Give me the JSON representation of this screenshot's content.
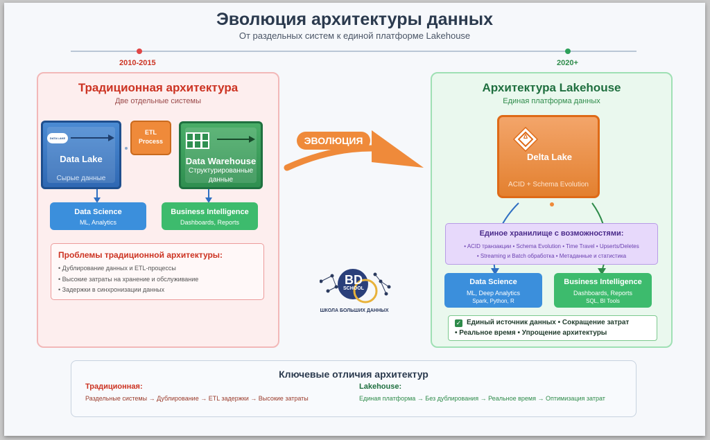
{
  "header": {
    "title": "Эволюция архитектуры данных",
    "subtitle": "От раздельных систем к единой платформе Lakehouse"
  },
  "timeline": {
    "left_year": "2010-2015",
    "right_year": "2020+"
  },
  "traditional": {
    "title": "Традиционная архитектура",
    "subtitle": "Две отдельные системы",
    "data_lake": {
      "name": "Data Lake",
      "desc": "Сырые данные",
      "logo_text": "DATA LAKE"
    },
    "etl": {
      "line1": "ETL",
      "line2": "Process"
    },
    "data_warehouse": {
      "name": "Data Warehouse",
      "desc_line1": "Структурированные",
      "desc_line2": "данные"
    },
    "data_science": {
      "name": "Data Science",
      "desc": "ML, Analytics"
    },
    "business_intelligence": {
      "name": "Business Intelligence",
      "desc": "Dashboards, Reports"
    },
    "problems": {
      "title": "Проблемы традиционной архитектуры:",
      "items": [
        "• Дублирование данных и ETL-процессы",
        "• Высокие затраты на хранение и обслуживание",
        "• Задержки в синхронизации данных"
      ]
    }
  },
  "evolution_label": "ЭВОЛЮЦИЯ",
  "lakehouse": {
    "title": "Архитектура Lakehouse",
    "subtitle": "Единая платформа данных",
    "delta": {
      "name": "Delta Lake",
      "desc": "ACID + Schema Evolution",
      "logo_letter": "Δ"
    },
    "storage": {
      "title": "Единое хранилище с возможностями:",
      "line1": "• ACID транзакции • Schema Evolution • Time Travel • Upserts/Deletes",
      "line2": "• Streaming и Batch обработка • Метаданные и статистика"
    },
    "data_science": {
      "name": "Data Science",
      "desc1": "ML, Deep Analytics",
      "desc2": "Spark, Python, R"
    },
    "business_intelligence": {
      "name": "Business Intelligence",
      "desc1": "Dashboards, Reports",
      "desc2": "SQL, BI Tools"
    },
    "benefits": {
      "line1": "Единый источник данных • Сокращение затрат",
      "line2": "• Реальное время • Упрощение архитектуры"
    }
  },
  "logo": {
    "line1": "BD",
    "line2": "SCHOOL",
    "caption": "ШКОЛА БОЛЬШИХ ДАННЫХ"
  },
  "key_differences": {
    "title": "Ключевые отличия архитектур",
    "traditional_label": "Традиционная:",
    "traditional_text": "Раздельные системы → Дублирование → ETL задержки → Высокие затраты",
    "lakehouse_label": "Lakehouse:",
    "lakehouse_text": "Единая платформа → Без дублирования → Реальное время → Оптимизация затрат"
  },
  "colors": {
    "red": "#cc3322",
    "green": "#2e8b4a",
    "orange": "#ef8a3a",
    "blue": "#3b8fdc",
    "purple": "#6a3fb0"
  }
}
